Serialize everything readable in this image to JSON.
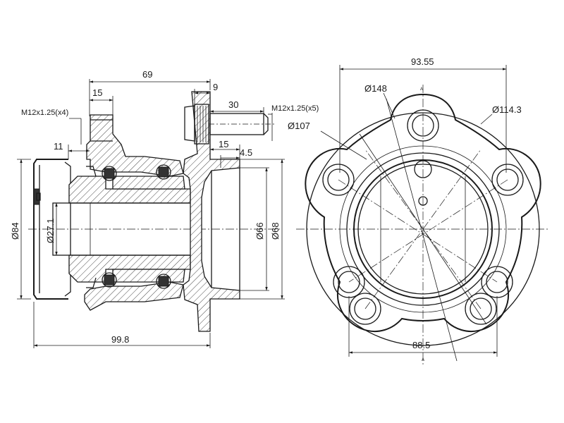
{
  "side_view": {
    "dims": {
      "overall_69": "69",
      "stud_15": "15",
      "flange_9": "9",
      "stud_len_30": "30",
      "thread_inner": "M12x1.25(x4)",
      "thread_outer": "M12x1.25(x5)",
      "offset_11": "11",
      "offset_15b": "15",
      "offset_4_5": "4.5",
      "dia_84": "Ø84",
      "dia_27_1": "Ø27.1",
      "dia_66": "Ø66",
      "dia_68": "Ø68",
      "width_99_8": "99.8"
    }
  },
  "front_view": {
    "dims": {
      "width_93_55": "93.55",
      "dia_148": "Ø148",
      "dia_114_3": "Ø114.3",
      "dia_107": "Ø107",
      "width_88_5": "88.5",
      "section_mark_top": "A",
      "section_mark_bottom": "A"
    }
  }
}
